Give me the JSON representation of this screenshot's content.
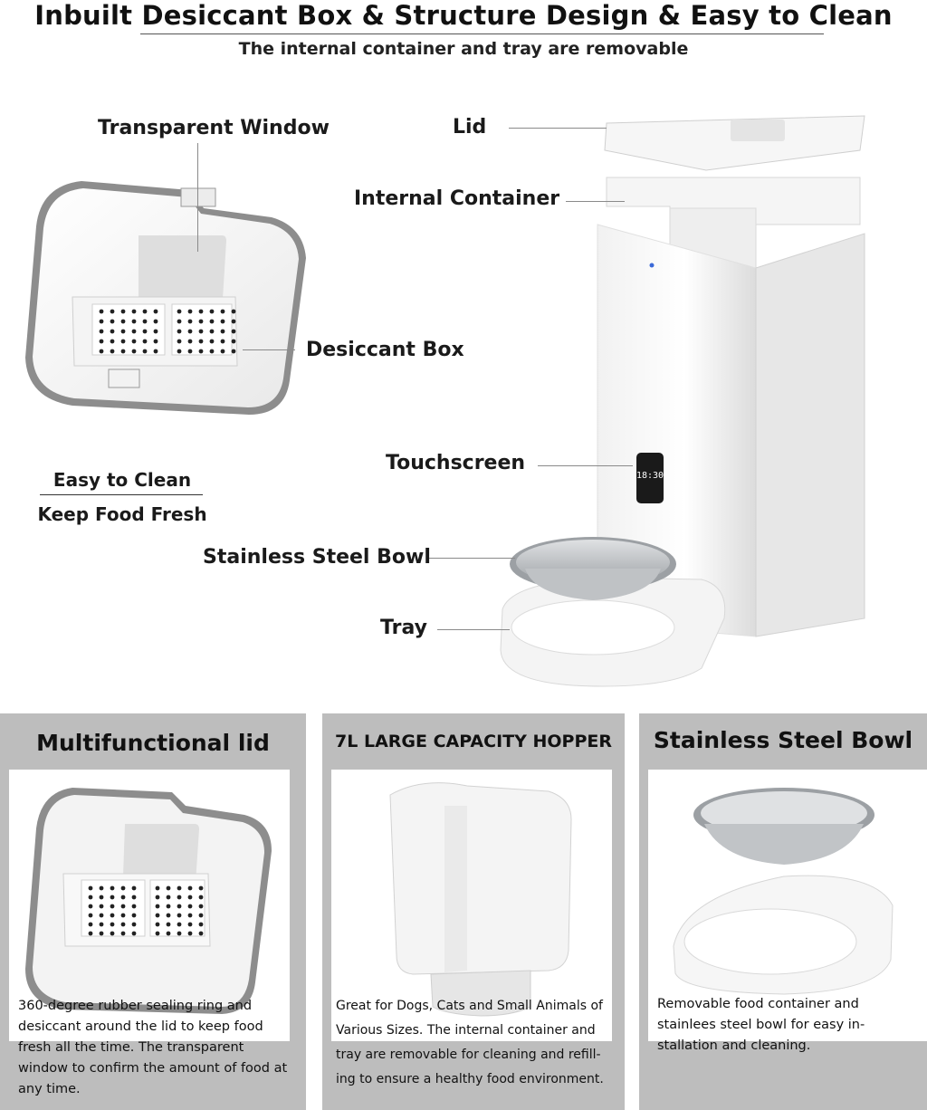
{
  "header": {
    "title": "Inbuilt Desiccant Box & Structure Design & Easy to Clean",
    "subtitle": "The internal container and tray are removable"
  },
  "callouts": {
    "transparent_window": "Transparent Window",
    "desiccant_box": "Desiccant Box",
    "lid": "Lid",
    "internal_container": "Internal Container",
    "touchscreen": "Touchscreen",
    "stainless_bowl": "Stainless Steel Bowl",
    "tray": "Tray"
  },
  "easy": {
    "line1": "Easy to Clean",
    "line2": "Keep Food Fresh"
  },
  "touchscreen_time": "18:30",
  "panels": [
    {
      "title": "Multifunctional lid",
      "text": "360-degree rubber sealing ring and desiccant around the lid to keep food fresh all the time. The transparent window to confirm the amount of food at any time."
    },
    {
      "title": "7L LARGE CAPACITY HOPPER",
      "text": "Great for Dogs, Cats and Small Animals of Various Sizes. The internal container and tray are removable for cleaning and refill-ing to ensure a healthy food environment."
    },
    {
      "title": "Stainless Steel Bowl",
      "text": "Removable food container and stainlees steel bowl for easy in-stallation and cleaning."
    }
  ],
  "colors": {
    "panel_bg": "#bdbdbd",
    "product_white": "#f7f7f7",
    "steel": "#b9bcbf"
  }
}
